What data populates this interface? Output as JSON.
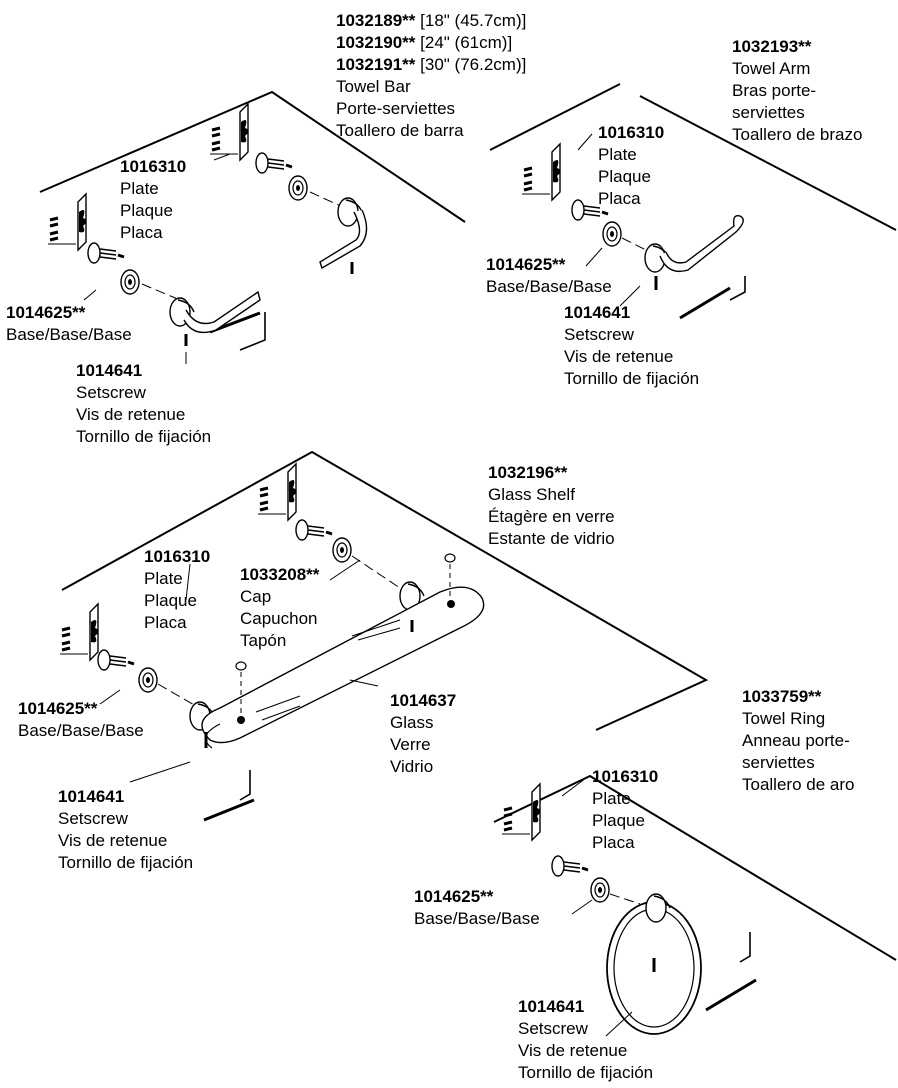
{
  "towel_bar": {
    "variants": [
      {
        "part": "1032189**",
        "size": "[18\" (45.7cm)]"
      },
      {
        "part": "1032190**",
        "size": "[24\" (61cm)]"
      },
      {
        "part": "1032191**",
        "size": "[30\" (76.2cm)]"
      }
    ],
    "names": [
      "Towel Bar",
      "Porte-serviettes",
      "Toallero de barra"
    ],
    "plate": {
      "part": "1016310",
      "names": [
        "Plate",
        "Plaque",
        "Placa"
      ]
    },
    "base": {
      "part": "1014625**",
      "name": "Base/Base/Base"
    },
    "setscrew": {
      "part": "1014641",
      "names": [
        "Setscrew",
        "Vis de retenue",
        "Tornillo de fijación"
      ]
    }
  },
  "towel_arm": {
    "part": "1032193**",
    "names": [
      "Towel Arm",
      "Bras porte-",
      "serviettes",
      "Toallero de brazo"
    ],
    "plate": {
      "part": "1016310",
      "names": [
        "Plate",
        "Plaque",
        "Placa"
      ]
    },
    "base": {
      "part": "1014625**",
      "name": "Base/Base/Base"
    },
    "setscrew": {
      "part": "1014641",
      "names": [
        "Setscrew",
        "Vis de retenue",
        "Tornillo de fijación"
      ]
    }
  },
  "glass_shelf": {
    "part": "1032196**",
    "names": [
      "Glass Shelf",
      "Étagère en verre",
      "Estante de vidrio"
    ],
    "plate": {
      "part": "1016310",
      "names": [
        "Plate",
        "Plaque",
        "Placa"
      ]
    },
    "cap": {
      "part": "1033208**",
      "names": [
        "Cap",
        "Capuchon",
        "Tapón"
      ]
    },
    "glass": {
      "part": "1014637",
      "names": [
        "Glass",
        "Verre",
        "Vidrio"
      ]
    },
    "base": {
      "part": "1014625**",
      "name": "Base/Base/Base"
    },
    "setscrew": {
      "part": "1014641",
      "names": [
        "Setscrew",
        "Vis de retenue",
        "Tornillo de fijación"
      ]
    }
  },
  "towel_ring": {
    "part": "1033759**",
    "names": [
      "Towel Ring",
      "Anneau porte-",
      "serviettes",
      "Toallero de aro"
    ],
    "plate": {
      "part": "1016310",
      "names": [
        "Plate",
        "Plaque",
        "Placa"
      ]
    },
    "base": {
      "part": "1014625**",
      "name": "Base/Base/Base"
    },
    "setscrew": {
      "part": "1014641",
      "names": [
        "Setscrew",
        "Vis de retenue",
        "Tornillo de fijación"
      ]
    }
  }
}
